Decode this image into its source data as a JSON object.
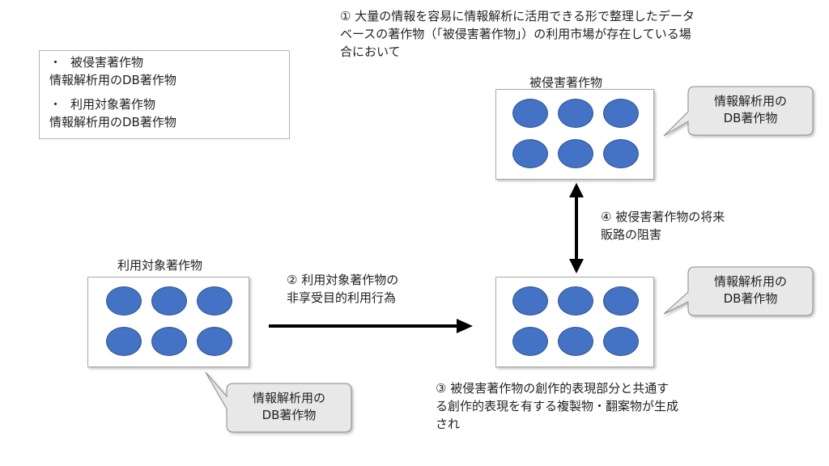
{
  "note_top": {
    "line1": "① 大量の情報を容易に情報解析に活用できる形で整理したデータ",
    "line2": "ベースの著作物（「被侵害著作物」）の利用市場が存在している場",
    "line3": "合において"
  },
  "legend": {
    "item1_bullet": "・",
    "item1_title": "被侵害著作物",
    "item1_desc": "情報解析用のDB著作物",
    "item2_bullet": "・",
    "item2_title": "利用対象著作物",
    "item2_desc": "情報解析用のDB著作物"
  },
  "boxes": {
    "infringed_title": "被侵害著作物",
    "target_title": "利用対象著作物"
  },
  "callouts": {
    "top_line1": "情報解析用の",
    "top_line2": "DB著作物",
    "mid_line1": "情報解析用の",
    "mid_line2": "DB著作物",
    "bottom_line1": "情報解析用の",
    "bottom_line2": "DB著作物"
  },
  "arrows": {
    "step2_line1": "② 利用対象著作物の",
    "step2_line2": "非享受目的利用行為",
    "step4_line1": "④ 被侵害著作物の将来",
    "step4_line2": "販路の阻害"
  },
  "note_bottom": {
    "line1": "③ 被侵害著作物の創作的表現部分と共通す",
    "line2": "る創作的表現を有する複製物・翻案物が生成",
    "line3": "され"
  },
  "colors": {
    "ellipse_fill": "#4472c4",
    "callout_fill": "#e8e8e8",
    "arrow": "#000000"
  }
}
